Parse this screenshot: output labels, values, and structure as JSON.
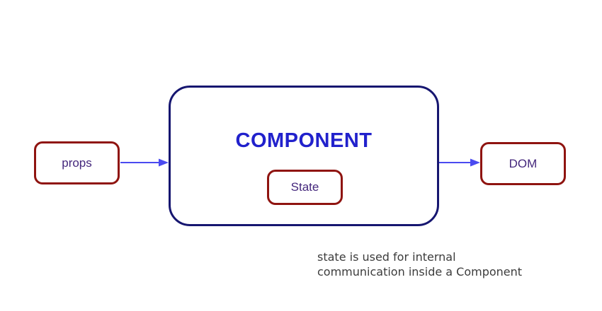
{
  "diagram": {
    "component": {
      "label": "COMPONENT"
    },
    "state": {
      "label": "State"
    },
    "props": {
      "label": "props"
    },
    "dom": {
      "label": "DOM"
    },
    "caption": {
      "line1": "state is used for internal",
      "line2": "communication inside a Component"
    },
    "colors": {
      "component_border": "#161670",
      "component_label": "#2121cc",
      "node_border": "#8f1410",
      "node_label": "#44277c",
      "arrow": "#4a4af0",
      "caption_text": "#3c3c3c"
    }
  }
}
